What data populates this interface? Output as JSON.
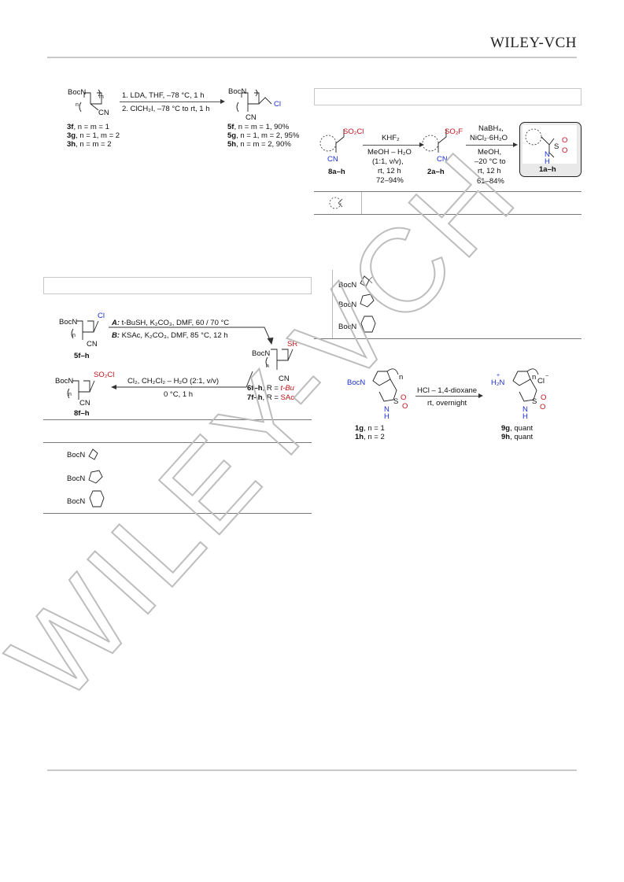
{
  "header": {
    "publisher_logo": "WILEY-VCH"
  },
  "scheme_top_left": {
    "start_label": "BocN",
    "cn": "CN",
    "ring_n": "n",
    "ring_m": "m",
    "step1": "1. LDA, THF, –78 °C, 1 h",
    "step2": "2. ClCH₂I, –78 °C to rt, 1 h",
    "cl": "Cl",
    "sm": [
      {
        "id": "3f",
        "cond": ", n = m = 1"
      },
      {
        "id": "3g",
        "cond": ", n = 1, m = 2"
      },
      {
        "id": "3h",
        "cond": ", n = m = 2"
      }
    ],
    "prod": [
      {
        "id": "5f",
        "cond": ", n = m = 1, 90%"
      },
      {
        "id": "5g",
        "cond": ", n = 1, m = 2, 95%"
      },
      {
        "id": "5h",
        "cond": ", n = m = 2, 90%"
      }
    ]
  },
  "scheme_top_right": {
    "so2cl": "SO₂Cl",
    "so2f": "SO₂F",
    "cn": "CN",
    "reagent1_top": "KHF₂",
    "reagent1_lines": [
      "MeOH – H₂O",
      "(1:1, v/v),",
      "rt, 12 h",
      "72–94%"
    ],
    "reagent2_top": [
      "NaBH₄,",
      "NiCl₂·6H₂O"
    ],
    "reagent2_lines": [
      "MeOH,",
      "–20 °C to",
      "rt, 12 h",
      "61–84%"
    ],
    "labels": {
      "sm": "8a–h",
      "mid": "2a–h",
      "prod": "1a–h"
    },
    "sulfonamide": {
      "s": "S",
      "o": "O",
      "nh": "N",
      "h": "H"
    }
  },
  "scheme_mid_left": {
    "cond_a_tag": "A:",
    "cond_a_text": " t-BuSH, K₂CO₃, DMF, 60 / 70 °C",
    "cond_b_tag": "B:",
    "cond_b_text": " KSAc, K₂CO₃, DMF, 85 °C, 12 h",
    "cond_c_top": "Cl₂, CH₂Cl₂ – H₂O (2:1, v/v)",
    "cond_c_bottom": "0 °C, 1 h",
    "sm_label": "5f–h",
    "sr": "SR",
    "so2cl": "SO₂Cl",
    "prod_label": "8f–h",
    "r_lines": [
      {
        "id": "6f–h",
        "pre": ", R = ",
        "r": "t-Bu"
      },
      {
        "id": "7f–h",
        "pre": ", R = ",
        "r": "SAc"
      }
    ],
    "boc": "BocN",
    "cl": "Cl",
    "cn": "CN",
    "n": "n",
    "table_boc": [
      "BocN",
      "BocN",
      "BocN"
    ]
  },
  "scheme_right_table": {
    "boc": [
      "BocN",
      "BocN",
      "BocN"
    ]
  },
  "scheme_bottom_right": {
    "boc": "BocN",
    "n": "n",
    "reagent_top": "HCl – 1,4-dioxane",
    "reagent_bottom": "rt, overnight",
    "cation": "H₂N",
    "plus": "+",
    "anion": "Cl",
    "minus": "−",
    "sm": [
      {
        "id": "1g",
        "cond": ", n = 1"
      },
      {
        "id": "1h",
        "cond": ", n = 2"
      }
    ],
    "prod": [
      {
        "id": "9g",
        "cond": ", quant"
      },
      {
        "id": "9h",
        "cond": ", quant"
      }
    ],
    "s": "S",
    "o": "O",
    "nh": "N",
    "h": "H"
  },
  "watermark": "WILEY-VCH"
}
